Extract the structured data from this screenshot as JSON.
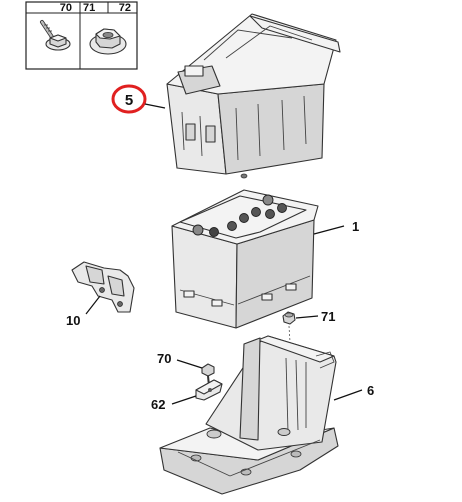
{
  "legend_box": {
    "items": [
      {
        "number": "70",
        "icon": "screw-with-washer-icon"
      },
      {
        "number": "71",
        "icon": "flange-nut-icon"
      },
      {
        "number": "72",
        "icon": "flange-nut-icon"
      }
    ]
  },
  "callouts": {
    "battery_cover": "5",
    "battery": "1",
    "bracket": "10",
    "nut": "71",
    "screw": "70",
    "clamp": "62",
    "battery_tray": "6"
  },
  "highlight": {
    "target": "battery_cover",
    "color": "#e02020"
  }
}
